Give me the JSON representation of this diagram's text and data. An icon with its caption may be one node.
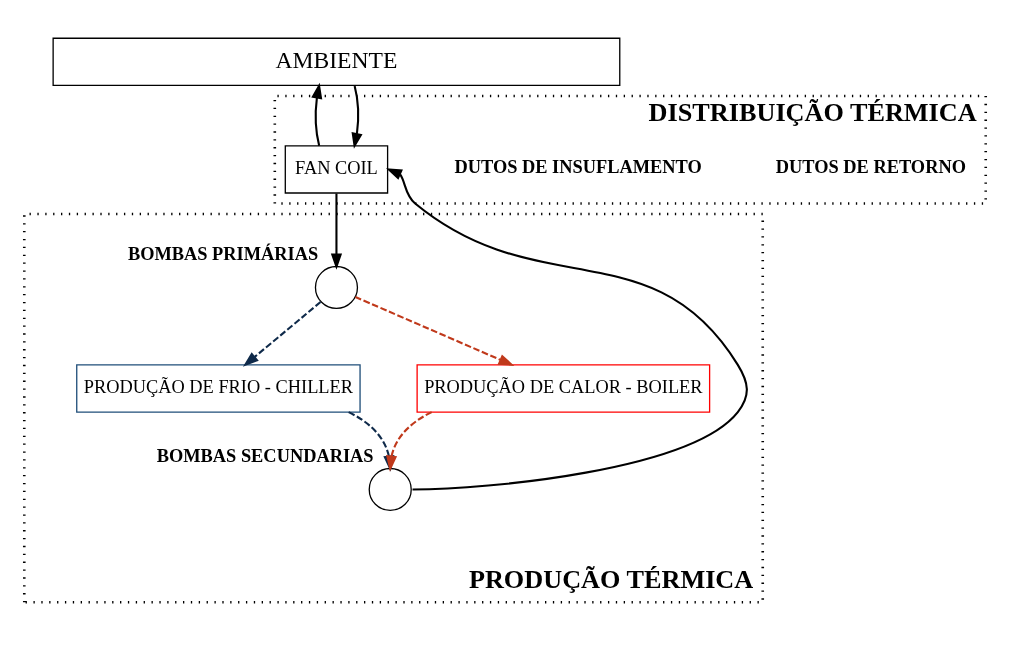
{
  "diagram": {
    "nodes": [
      {
        "text": [
          "AMBIENTE"
        ]
      },
      {
        "text": [
          "DISTRIBUIÇÃO TÉRMICA"
        ]
      },
      {
        "text": [
          "FAN COIL"
        ],
        "in": 1
      },
      {
        "text": [
          "PRODUÇÃO TÉRMICA"
        ]
      },
      {
        "text": [],
        "shape": "circle",
        "in": 3,
        "beside": [
          "BOMBAS PRIMÁRIAS"
        ]
      },
      {
        "text": [
          "PRODUÇÃO DE FRIO - CHILLER"
        ],
        "in": 3
      },
      {
        "text": [
          "PRODUÇÃO DE CALOR - BOILER"
        ],
        "in": 3
      },
      {
        "text": [],
        "shape": "circle",
        "in": 3,
        "beside": [
          "BOMBAS SECUNDARIAS"
        ]
      }
    ],
    "edges": [
      {
        "from": 0,
        "to": 2,
        "arrow": "to"
      },
      {
        "from": 2,
        "to": 0,
        "arrow": "to"
      },
      {
        "from": 2,
        "to": 4,
        "arrow": "to"
      },
      {
        "from": 4,
        "to": 5,
        "arrow": "to",
        "style": "dashed",
        "color": "#0f2a4a"
      },
      {
        "from": 4,
        "to": 6,
        "arrow": "to",
        "style": "dashed",
        "color": "#c0391b"
      },
      {
        "from": 5,
        "to": 7,
        "arrow": "to",
        "style": "dashed",
        "color": "#0f2a4a"
      },
      {
        "from": 6,
        "to": 7,
        "arrow": "to",
        "style": "dashed",
        "color": "#c0391b"
      },
      {
        "from": 7,
        "to": 2,
        "arrow": "to"
      }
    ],
    "labels": [
      "DUTOS DE RETORNO",
      "DUTOS DE INSUFLAMENTO"
    ]
  }
}
